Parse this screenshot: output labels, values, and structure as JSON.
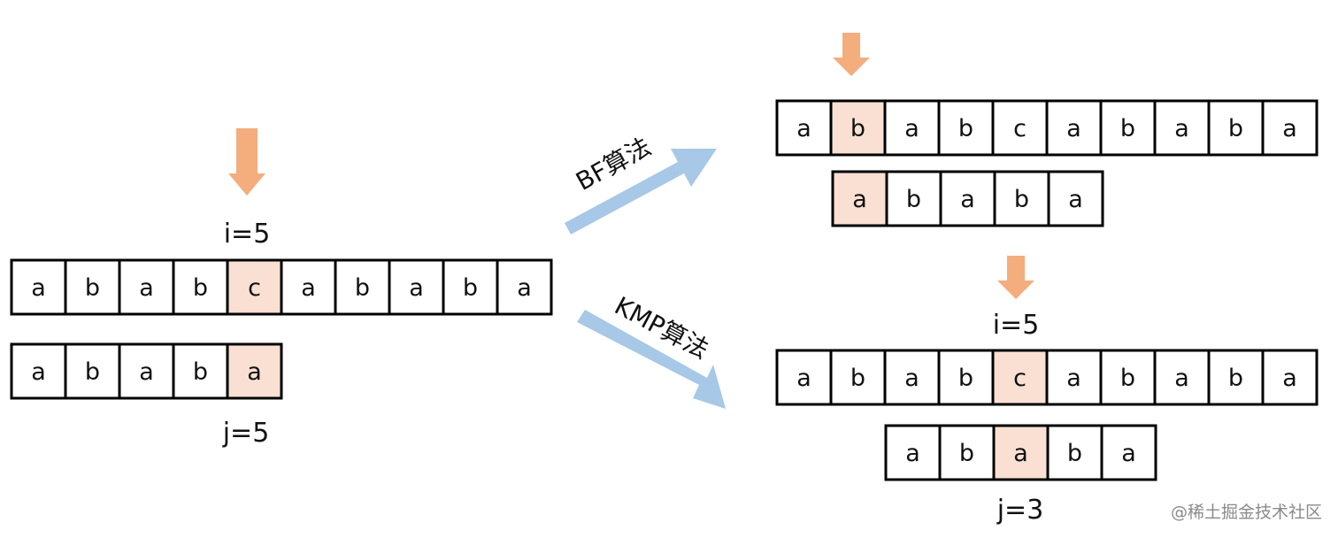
{
  "colors": {
    "highlight": "#f9e0d2",
    "pointer_arrow": "#f4ad7d",
    "transition_arrow": "#a7c8e6",
    "cell_border": "#000000"
  },
  "left": {
    "text": [
      "a",
      "b",
      "a",
      "b",
      "c",
      "a",
      "b",
      "a",
      "b",
      "a"
    ],
    "text_highlight": 4,
    "pattern": [
      "a",
      "b",
      "a",
      "b",
      "a"
    ],
    "pattern_highlight": 4,
    "i_label": "i=5",
    "j_label": "j=5"
  },
  "bf": {
    "label": "BF算法",
    "text": [
      "a",
      "b",
      "a",
      "b",
      "c",
      "a",
      "b",
      "a",
      "b",
      "a"
    ],
    "text_highlight": 1,
    "pattern": [
      "a",
      "b",
      "a",
      "b",
      "a"
    ],
    "pattern_highlight": 0
  },
  "kmp": {
    "label": "KMP算法",
    "text": [
      "a",
      "b",
      "a",
      "b",
      "c",
      "a",
      "b",
      "a",
      "b",
      "a"
    ],
    "text_highlight": 4,
    "pattern": [
      "a",
      "b",
      "a",
      "b",
      "a"
    ],
    "pattern_highlight": 2,
    "i_label": "i=5",
    "j_label": "j=3"
  },
  "watermark": "@稀土掘金技术社区"
}
